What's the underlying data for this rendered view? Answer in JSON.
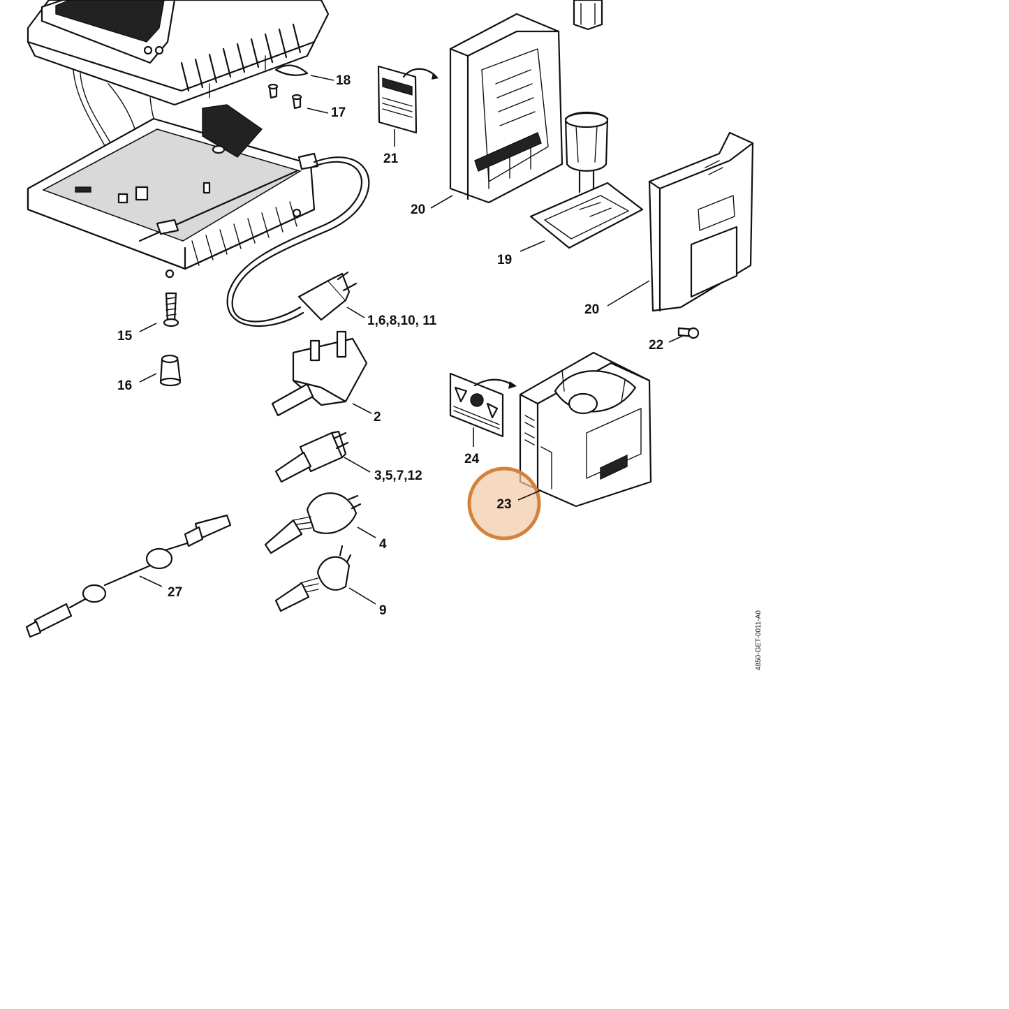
{
  "drawing_code": "4850-GET-0011-A0",
  "highlight": {
    "label": "23",
    "fill": "#f2c9a6",
    "stroke": "#d4813c"
  },
  "callouts": [
    {
      "id": "c18",
      "label": "18"
    },
    {
      "id": "c17",
      "label": "17"
    },
    {
      "id": "c21",
      "label": "21"
    },
    {
      "id": "c20a",
      "label": "20"
    },
    {
      "id": "c19",
      "label": "19"
    },
    {
      "id": "c20b",
      "label": "20"
    },
    {
      "id": "c22",
      "label": "22"
    },
    {
      "id": "c1",
      "label": "1,6,8,10, 11"
    },
    {
      "id": "c15",
      "label": "15"
    },
    {
      "id": "c16",
      "label": "16"
    },
    {
      "id": "c2",
      "label": "2"
    },
    {
      "id": "c24",
      "label": "24"
    },
    {
      "id": "c3",
      "label": "3,5,7,12"
    },
    {
      "id": "c4",
      "label": "4"
    },
    {
      "id": "c27",
      "label": "27"
    },
    {
      "id": "c9",
      "label": "9"
    }
  ]
}
